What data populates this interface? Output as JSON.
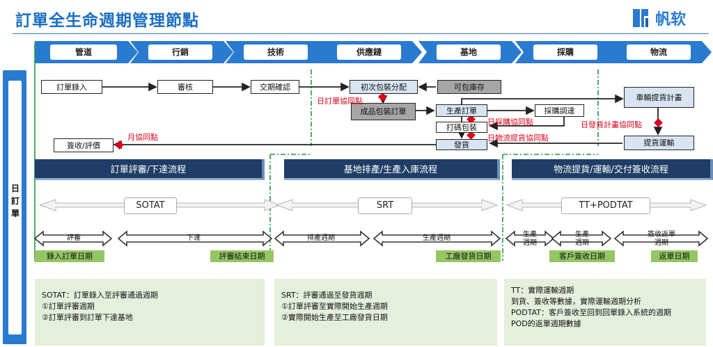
{
  "title": "訂單全生命週期管理節點",
  "logo": {
    "text": "帆软",
    "icon": "fanruan-logo-icon"
  },
  "stages": [
    "管道",
    "行銷",
    "技術",
    "供應鏈",
    "基地",
    "採購",
    "物流"
  ],
  "side_label": "日\n訂\n單",
  "nodes": {
    "order_entry": "訂單錄入",
    "review": "審核",
    "delivery_confirm": "交期確認",
    "first_pack": "初次包裝分配",
    "packable_stock": "可包庫存",
    "finished_pack_order": "成品包裝訂單",
    "production_order": "生產訂單",
    "purchase_adjust": "採購調達",
    "print_pack": "打碼包裝",
    "ship": "發貨",
    "sign_eval": "簽收/評價",
    "vehicle_plan": "車輛提貨計畫",
    "pickup_transport": "提貨運輸"
  },
  "sync_points": {
    "daily_order": "日訂單協同點",
    "daily_purchase": "日採購協同點",
    "daily_logistics": "日物流提貨協同點",
    "daily_ship_plan": "日發貨計畫協同點",
    "monthly": "月協同點"
  },
  "bands": [
    "訂單評審/下達流程",
    "基地排產/生產入庫流程",
    "物流提貨/運輸/交付簽收流程"
  ],
  "phases": [
    "SOTAT",
    "SRT",
    "TT+PODTAT"
  ],
  "cycles": {
    "review": "評審",
    "issue": "下達",
    "schedule": "排產週期",
    "production": "生產週期",
    "prod_short": "生產\n週期",
    "prod_short2": "生產\n週期",
    "sign_return": "簽收返單\n週期"
  },
  "milestones": [
    "錄入訂單日期",
    "評審結束日期",
    "工廠發貨日期",
    "客戶簽收日期",
    "返單日期"
  ],
  "notes": [
    [
      "SOTAT：訂單錄入至評審通過週期",
      "①訂單評審週期",
      "②訂單評審到訂單下達基地"
    ],
    [
      "SRT：評審通過至發貨週期",
      "①訂單評審至實際開始生產週期",
      "②實際開始生產至工廠發貨日期"
    ],
    [
      "TT：實際運輸週期",
      "到貨、簽收等數據，實際運輸週期分析",
      "PODTAT：客戶簽收至回到回單錄入系統的週期",
      "POD的返單週期數據"
    ]
  ],
  "colors": {
    "accent": "#2a7bd0",
    "band": "#1f3d66",
    "green_label": "#95c664",
    "note_bg": "#e4efdc",
    "sync_red": "#e0001a",
    "grey_box": "#a6a6a6",
    "divider_green": "#1f9a3c"
  }
}
